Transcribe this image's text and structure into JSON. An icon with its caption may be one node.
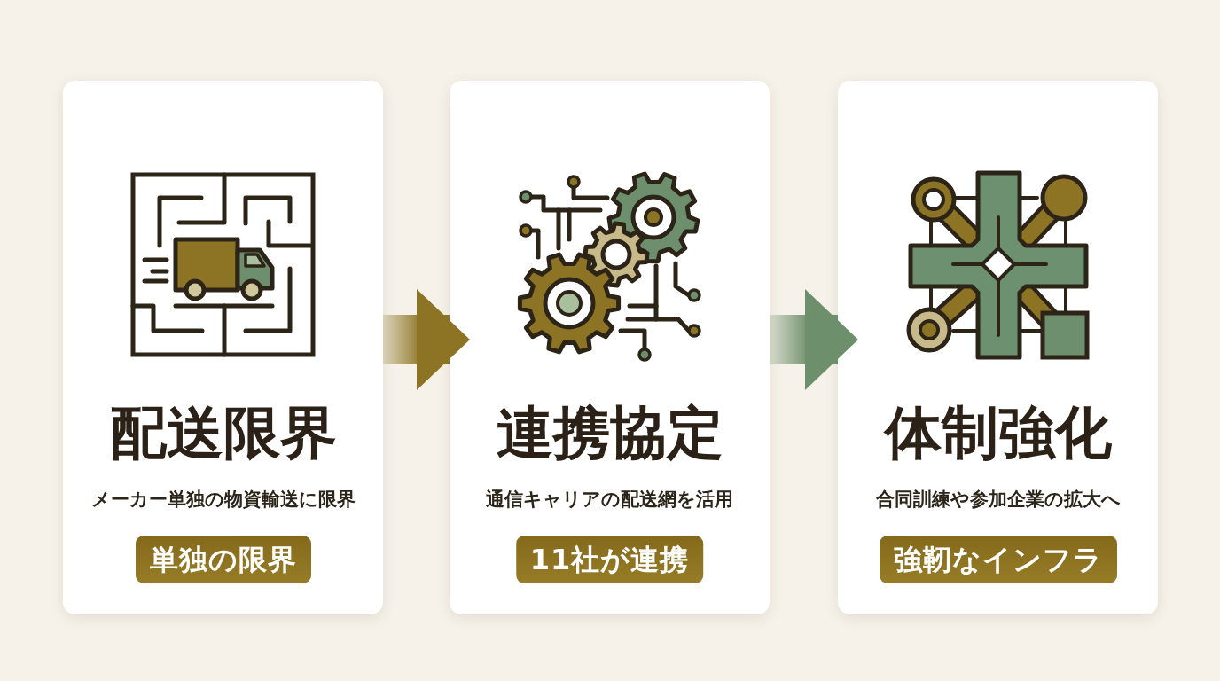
{
  "diagram": {
    "nodes": [
      {
        "text": [
          "配送限界",
          "メーカー単独の物資輸送に限界"
        ]
      },
      {
        "text": [
          "単独の限界"
        ],
        "in": 0
      },
      {
        "text": [
          "連携協定",
          "通信キャリアの配送網を活用"
        ]
      },
      {
        "text": [
          "11社が連携"
        ],
        "in": 2
      },
      {
        "text": [
          "体制強化",
          "合同訓練や参加企業の拡大へ"
        ]
      },
      {
        "text": [
          "強靭なインフラ"
        ],
        "in": 4
      }
    ],
    "edges": [
      {
        "from": 0,
        "to": 2,
        "arrow": "to",
        "color": "#8c7424"
      },
      {
        "from": 2,
        "to": 4,
        "arrow": "to",
        "color": "#6e8f6c"
      }
    ]
  }
}
